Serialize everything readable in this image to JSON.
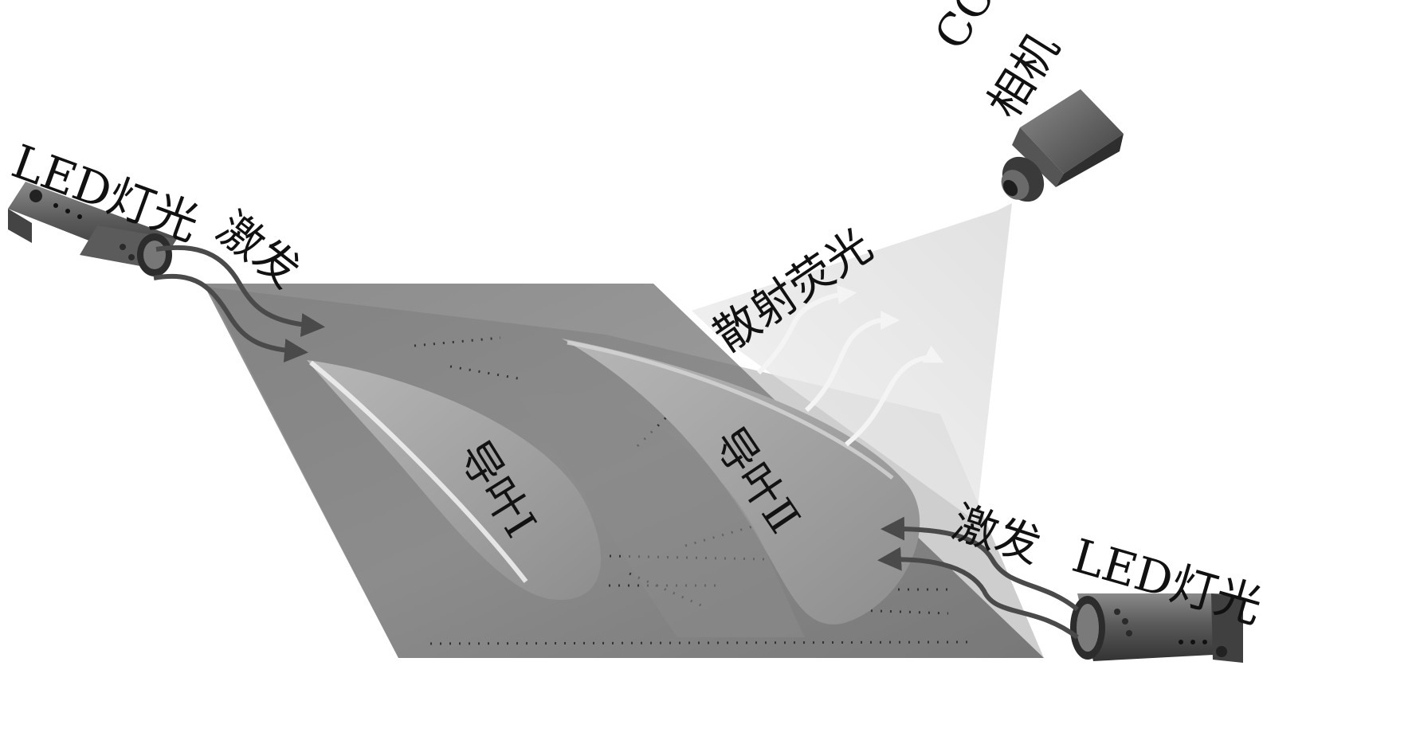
{
  "labels": {
    "led_left": "LED灯光",
    "excite_left": "激发",
    "ccd_line1": "CCD",
    "ccd_line2": "相机",
    "scatter": "散射荧光",
    "vane1": "导叶Ⅰ",
    "vane2": "导叶Ⅱ",
    "excite_right": "激发",
    "led_right": "LED灯光"
  },
  "colors": {
    "plate": "#8f8f8f",
    "plate_dark": "#6d6d6d",
    "vane_face": "#a8a8a8",
    "arrow": "#4a4a4a",
    "beam": "#e3e3e3",
    "fluorescence": "#f7f7f7"
  },
  "icons": [
    "led-light-icon",
    "ccd-camera-icon",
    "excitation-arrow-icon",
    "fluorescence-wave-icon"
  ]
}
